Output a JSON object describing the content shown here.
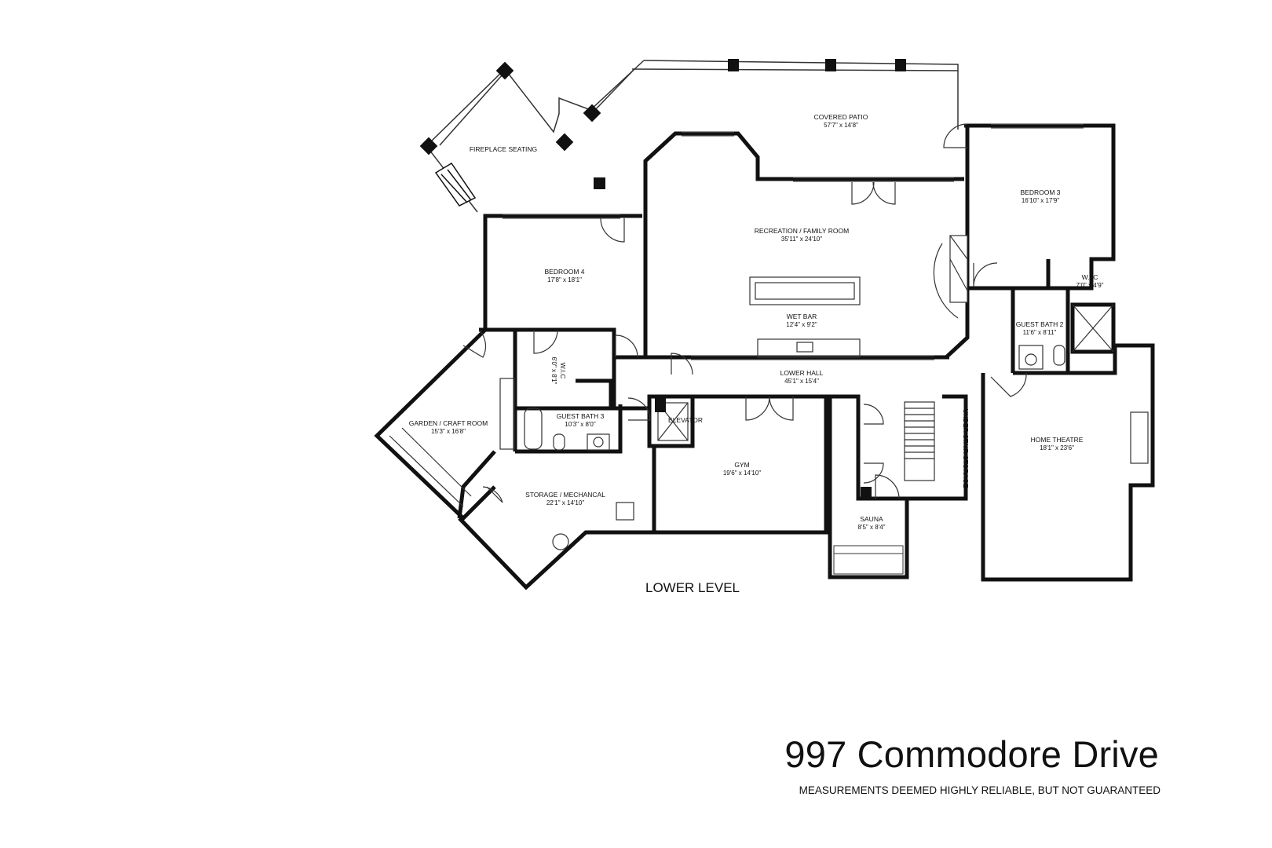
{
  "property": {
    "address": "997 Commodore Drive",
    "disclaimer": "MEASUREMENTS DEEMED HIGHLY RELIABLE, BUT NOT GUARANTEED"
  },
  "level_label": "LOWER LEVEL",
  "rooms": {
    "covered_patio": {
      "name": "COVERED PATIO",
      "dims": "57'7\" x 14'8\""
    },
    "fireplace_seating": {
      "name": "FIREPLACE SEATING",
      "dims": ""
    },
    "recreation": {
      "name": "RECREATION / FAMILY ROOM",
      "dims": "35'11\" x 24'10\""
    },
    "bedroom3": {
      "name": "BEDROOM 3",
      "dims": "16'10\" x 17'9\""
    },
    "bedroom4": {
      "name": "BEDROOM 4",
      "dims": "17'8\" x 18'1\""
    },
    "wet_bar": {
      "name": "WET BAR",
      "dims": "12'4\" x 9'2\""
    },
    "wic_master": {
      "name": "W.I.C",
      "dims": "7'0\" x 4'9\""
    },
    "guest_bath2": {
      "name": "GUEST BATH 2",
      "dims": "11'6\" x 8'11\""
    },
    "lower_hall": {
      "name": "LOWER HALL",
      "dims": "45'1\" x 15'4\""
    },
    "wic_small": {
      "name": "W.I.C",
      "dims": "6'0\" x 8'1\""
    },
    "guest_bath3": {
      "name": "GUEST BATH 3",
      "dims": "10'3\" x 8'0\""
    },
    "garden": {
      "name": "GARDEN / CRAFT ROOM",
      "dims": "15'3\" x 16'8\""
    },
    "elevator": {
      "name": "ELEVATOR",
      "dims": ""
    },
    "gym": {
      "name": "GYM",
      "dims": "19'6\" x 14'10\""
    },
    "understair": {
      "name": "UNDER STAIR STORAGE",
      "dims": ""
    },
    "home_theatre": {
      "name": "HOME THEATRE",
      "dims": "18'1\" x 23'6\""
    },
    "storage": {
      "name": "STORAGE / MECHANCAL",
      "dims": "22'1\" x 14'10\""
    },
    "sauna": {
      "name": "SAUNA",
      "dims": "8'5\" x 8'4\""
    }
  }
}
